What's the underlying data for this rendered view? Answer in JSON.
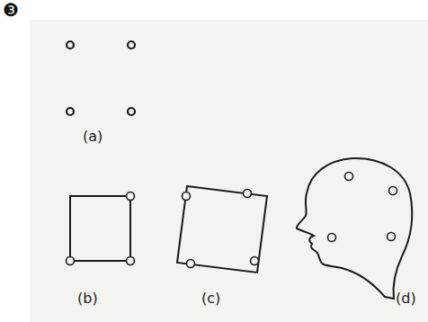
{
  "diagram": {
    "labels": [
      "❸",
      "(a)",
      "(b)",
      "(c)",
      "(d)"
    ]
  }
}
